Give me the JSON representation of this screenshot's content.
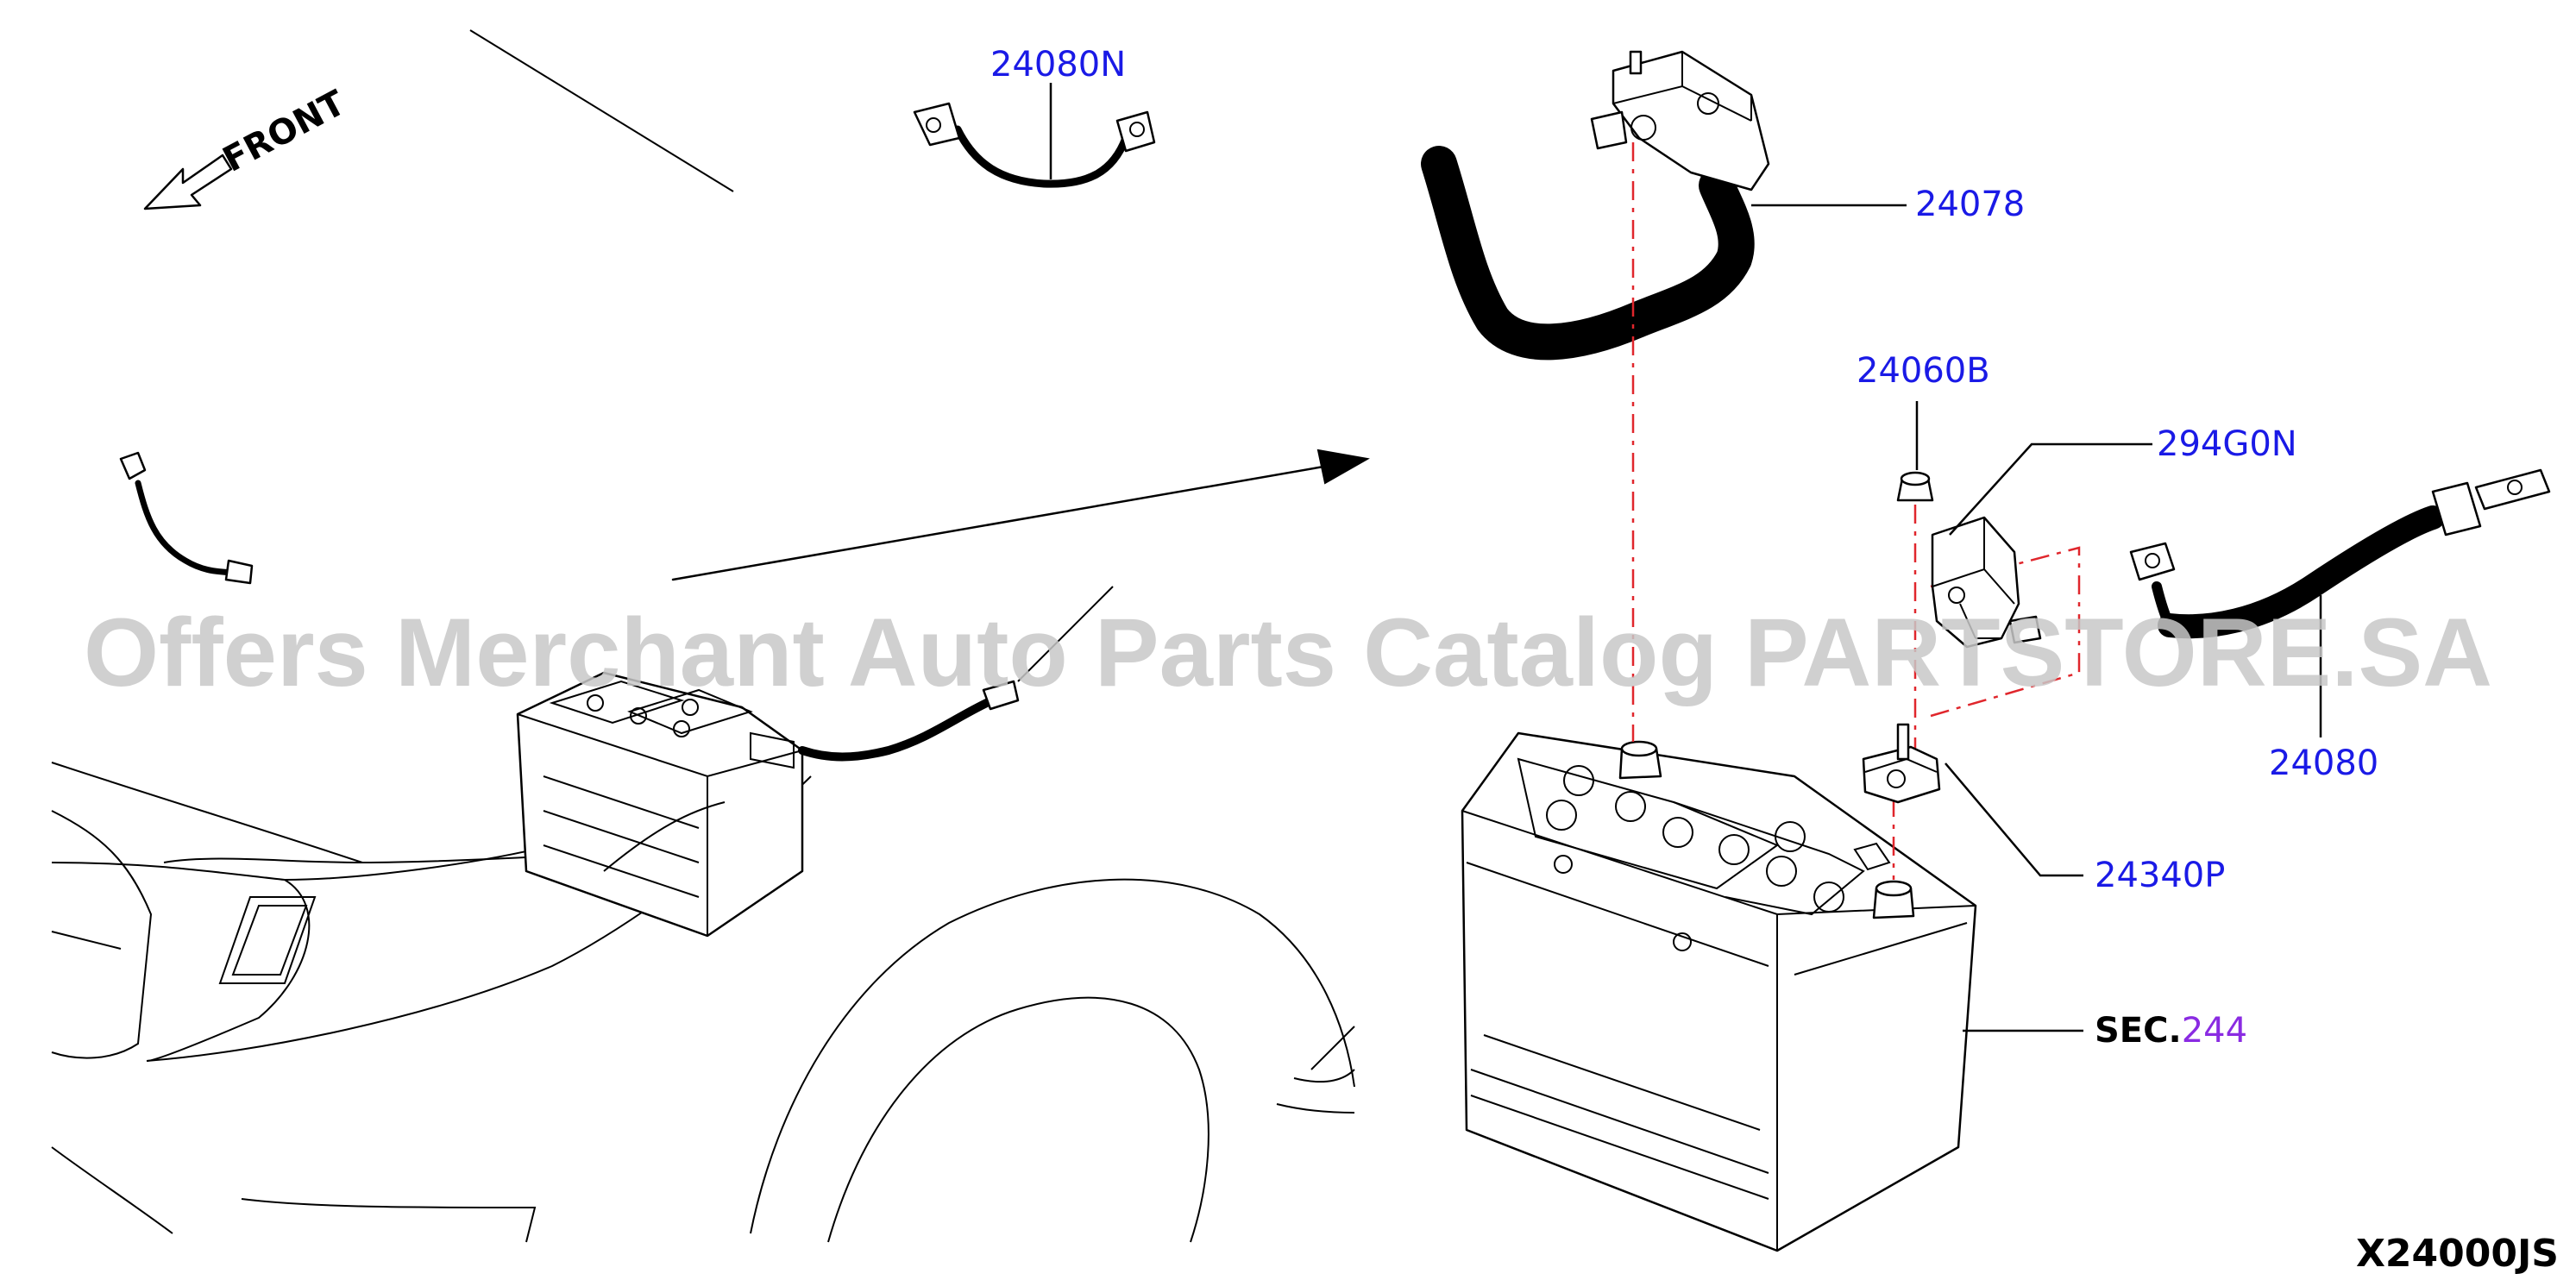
{
  "front_label": "FRONT",
  "diagram_id": "X24000JS",
  "watermark": "Offers Merchant Auto Parts Catalog PARTSTORE.SA",
  "colors": {
    "callout": "#1a1ae6",
    "section": "#8a2be2",
    "dash": "#e0262c"
  },
  "callouts": [
    {
      "id": "24080N",
      "label": "24080N"
    },
    {
      "id": "24078",
      "label": "24078"
    },
    {
      "id": "24060B",
      "label": "24060B"
    },
    {
      "id": "29460N",
      "label": "294G0N"
    },
    {
      "id": "24080",
      "label": "24080"
    },
    {
      "id": "24340P",
      "label": "24340P"
    }
  ],
  "section_ref": {
    "prefix": "SEC.",
    "number": "244"
  }
}
